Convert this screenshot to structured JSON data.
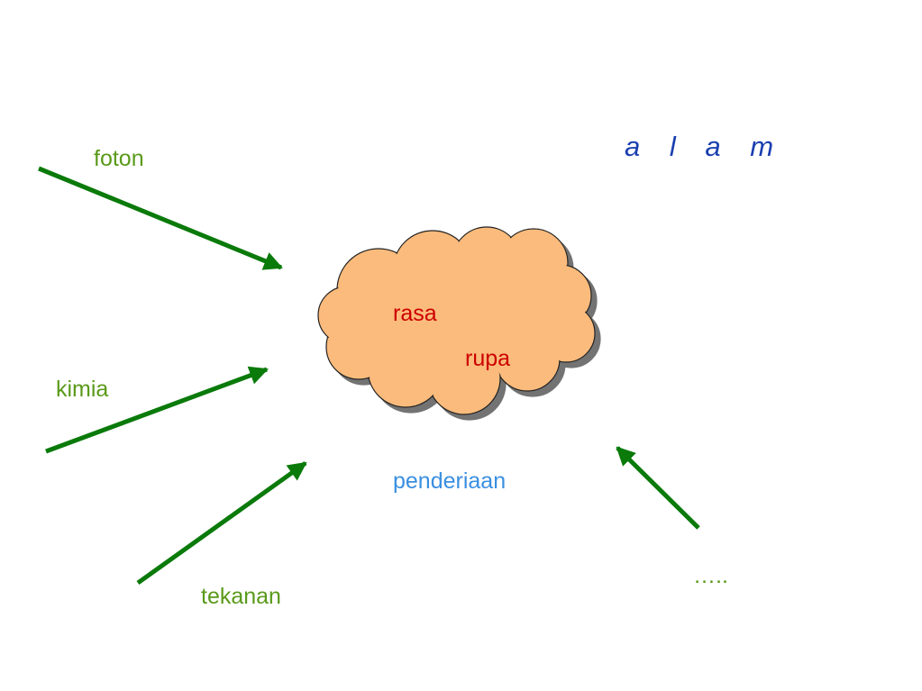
{
  "title": "a l a m",
  "stimuli": {
    "foton": "foton",
    "kimia": "kimia",
    "tekanan": "tekanan",
    "other": "….."
  },
  "cloud": {
    "rasa": "rasa",
    "rupa": "rupa"
  },
  "caption": "penderiaan",
  "colors": {
    "arrow": "#0a7a0a",
    "stimulus_text": "#5a9a1a",
    "cloud_fill": "#fbbb7c",
    "cloud_text": "#cc0000",
    "caption_text": "#3a8fe0",
    "title_text": "#1a3fb0"
  }
}
